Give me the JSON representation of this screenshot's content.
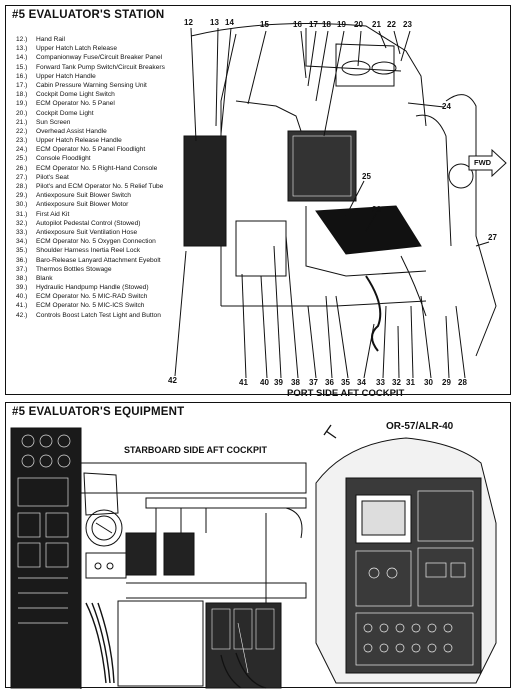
{
  "top_panel": {
    "title": "#5 EVALUATOR'S STATION",
    "caption": "PORT SIDE AFT COCKPIT",
    "fwd_label": "FWD",
    "legend": [
      {
        "num": "12.)",
        "text": "Hand Rail"
      },
      {
        "num": "13.)",
        "text": "Upper Hatch Latch Release"
      },
      {
        "num": "14.)",
        "text": "Companionway Fuse/Circuit Breaker Panel"
      },
      {
        "num": "15.)",
        "text": "Forward Tank Pump Switch/Circuit Breakers"
      },
      {
        "num": "16.)",
        "text": "Upper Hatch Handle"
      },
      {
        "num": "17.)",
        "text": "Cabin Pressure Warning Sensing Unit"
      },
      {
        "num": "18.)",
        "text": "Cockpit Dome Light Switch"
      },
      {
        "num": "19.)",
        "text": "ECM Operator No. 5 Panel"
      },
      {
        "num": "20.)",
        "text": "Cockpit Dome Light"
      },
      {
        "num": "21.)",
        "text": "Sun Screen"
      },
      {
        "num": "22.)",
        "text": "Overhead Assist Handle"
      },
      {
        "num": "23.)",
        "text": "Upper Hatch Release Handle"
      },
      {
        "num": "24.)",
        "text": "ECM Operator No. 5 Panel Floodlight"
      },
      {
        "num": "25.)",
        "text": "Console Floodlight"
      },
      {
        "num": "26.)",
        "text": "ECM Operator No. 5 Right-Hand Console"
      },
      {
        "num": "27.)",
        "text": "Pilot's Seat"
      },
      {
        "num": "28.)",
        "text": "Pilot's and ECM Operator No. 5 Relief Tube"
      },
      {
        "num": "29.)",
        "text": "Antiexposure Suit Blower Switch"
      },
      {
        "num": "30.)",
        "text": "Antiexposure Suit Blower Motor"
      },
      {
        "num": "31.)",
        "text": "First Aid Kit"
      },
      {
        "num": "32.)",
        "text": "Autopilot Pedestal Control (Stowed)"
      },
      {
        "num": "33.)",
        "text": "Antiexposure Suit Ventilation Hose"
      },
      {
        "num": "34.)",
        "text": "ECM Operator No. 5 Oxygen Connection"
      },
      {
        "num": "35.)",
        "text": "Shoulder Harness Inertia Reel Lock"
      },
      {
        "num": "36.)",
        "text": "Baro-Release Lanyard Attachment Eyebolt"
      },
      {
        "num": "37.)",
        "text": "Thermos Bottles Stowage"
      },
      {
        "num": "38.)",
        "text": "Blank"
      },
      {
        "num": "39.)",
        "text": "Hydraulic Handpump Handle (Stowed)"
      },
      {
        "num": "40.)",
        "text": "ECM Operator No. 5 MIC-RAD Switch"
      },
      {
        "num": "41.)",
        "text": "ECM Operator No. 5 MIC-ICS Switch"
      },
      {
        "num": "42.)",
        "text": "Controls Boost Latch Test Light and Button"
      }
    ],
    "callouts_top": [
      "12",
      "13",
      "14",
      "15",
      "16",
      "17",
      "18",
      "19",
      "20",
      "21",
      "22",
      "23"
    ],
    "callouts_right": [
      "24",
      "25",
      "26",
      "27"
    ],
    "callouts_bottom": [
      "41",
      "40",
      "39",
      "38",
      "37",
      "36",
      "35",
      "34",
      "33",
      "32",
      "31",
      "30",
      "29",
      "28"
    ],
    "callout_left": "42"
  },
  "bottom_panel": {
    "title": "#5 EVALUATOR'S EQUIPMENT",
    "sub_caption": "STARBOARD SIDE AFT COCKPIT",
    "equipment_label": "OR-57/ALR-40"
  }
}
